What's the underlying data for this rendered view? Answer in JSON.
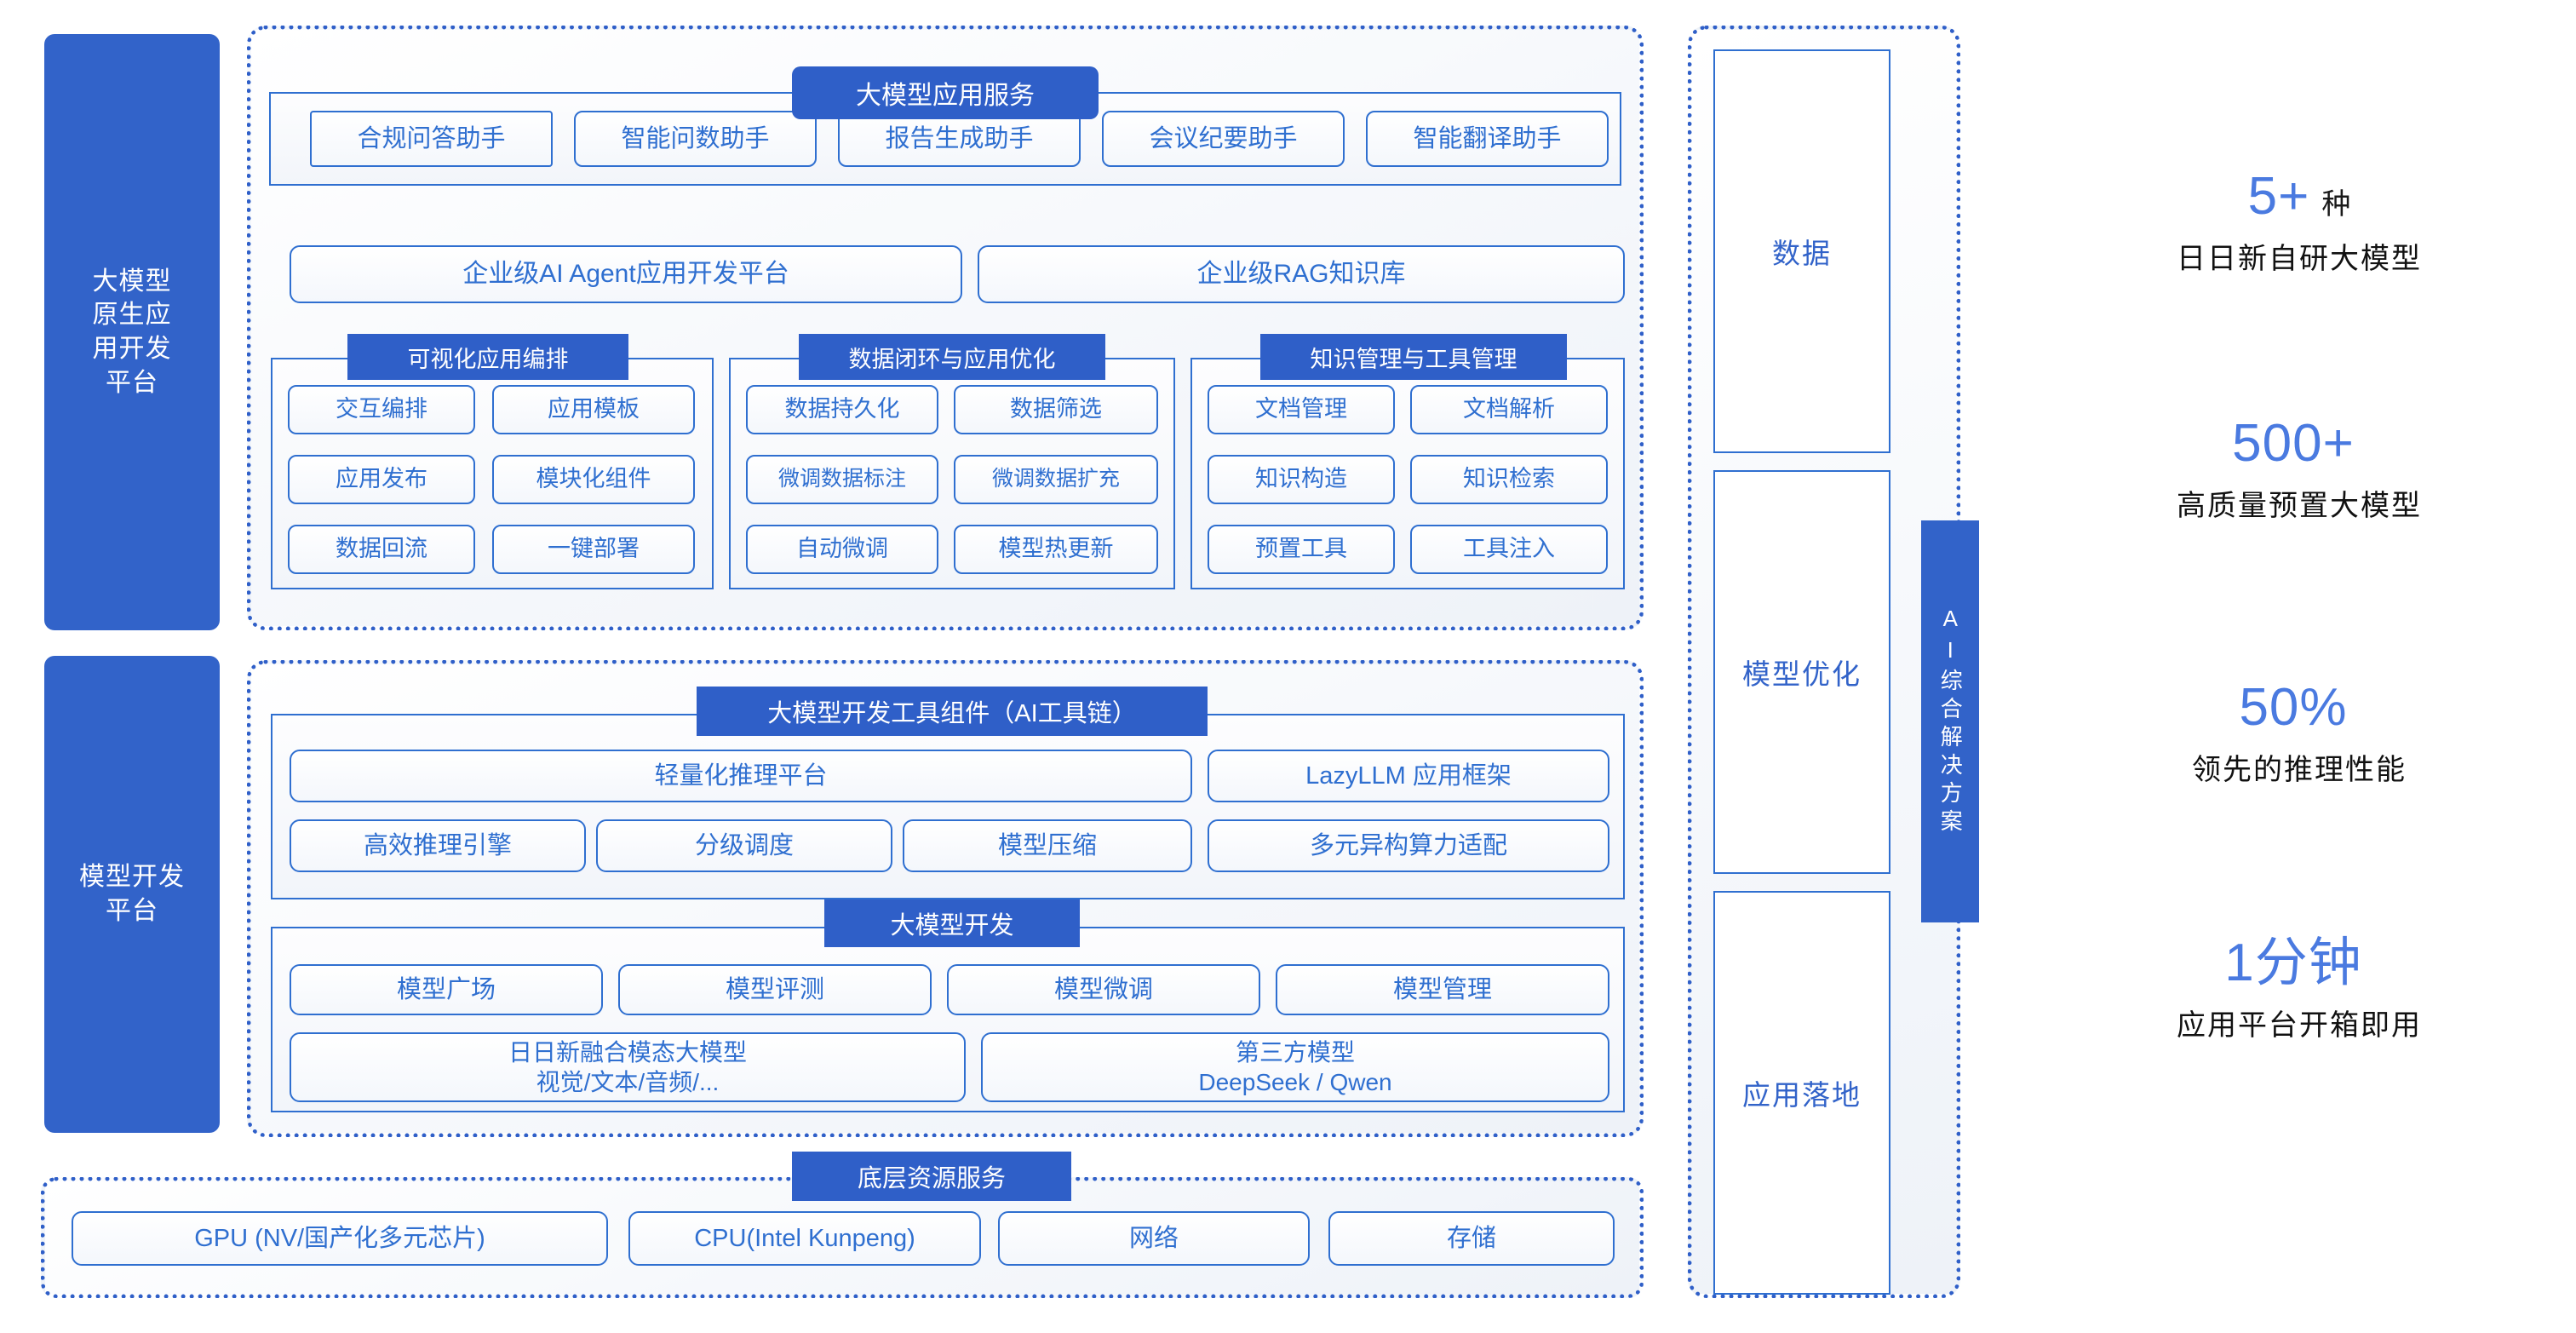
{
  "colors": {
    "brand_blue": "#2f5fc8",
    "chip_blue": "#2f6fd0",
    "sidebar_blue": "#3263c9",
    "stat_number": "#4a7ae0",
    "text_dark": "#111111"
  },
  "left_rails": [
    {
      "label": "大模型\n原生应\n用开发\n平台"
    },
    {
      "label": "模型开发\n平台"
    }
  ],
  "app_platform": {
    "services": {
      "title": "大模型应用服务",
      "items": [
        "合规问答助手",
        "智能问数助手",
        "报告生成助手",
        "会议纪要助手",
        "智能翻译助手"
      ]
    },
    "platform_row": [
      "企业级AI Agent应用开发平台",
      "企业级RAG知识库"
    ],
    "groups": [
      {
        "title": "可视化应用编排",
        "items": [
          "交互编排",
          "应用模板",
          "应用发布",
          "模块化组件",
          "数据回流",
          "一键部署"
        ]
      },
      {
        "title": "数据闭环与应用优化",
        "items": [
          "数据持久化",
          "数据筛选",
          "微调数据标注",
          "微调数据扩充",
          "自动微调",
          "模型热更新"
        ]
      },
      {
        "title": "知识管理与工具管理",
        "items": [
          "文档管理",
          "文档解析",
          "知识构造",
          "知识检索",
          "预置工具",
          "工具注入"
        ]
      }
    ]
  },
  "model_platform": {
    "toolchain": {
      "title": "大模型开发工具组件（AI工具链）",
      "wide_row": [
        "轻量化推理平台",
        "LazyLLM 应用框架"
      ],
      "narrow_row": [
        "高效推理引擎",
        "分级调度",
        "模型压缩",
        "多元异构算力适配"
      ]
    },
    "model_dev": {
      "title": "大模型开发",
      "row1": [
        "模型广场",
        "模型评测",
        "模型微调",
        "模型管理"
      ],
      "row2": [
        {
          "line1": "日日新融合模态大模型",
          "line2": "视觉/文本/音频/..."
        },
        {
          "line1": "第三方模型",
          "line2": "DeepSeek / Qwen"
        }
      ]
    }
  },
  "infra": {
    "title": "底层资源服务",
    "items": [
      "GPU (NV/国产化多元芯片)",
      "CPU(Intel Kunpeng)",
      "网络",
      "存储"
    ]
  },
  "right_column": {
    "cards": [
      "数据",
      "模型优化",
      "应用落地"
    ],
    "vertical_bar": "AI综合解决方案"
  },
  "stats": [
    {
      "number": "5+",
      "unit": "种",
      "caption": "日日新自研大模型"
    },
    {
      "number": "500+",
      "unit": "",
      "caption": "高质量预置大模型"
    },
    {
      "number": "50%",
      "unit": "",
      "caption": "领先的推理性能"
    },
    {
      "number": "1分钟",
      "unit": "",
      "caption": "应用平台开箱即用"
    }
  ]
}
